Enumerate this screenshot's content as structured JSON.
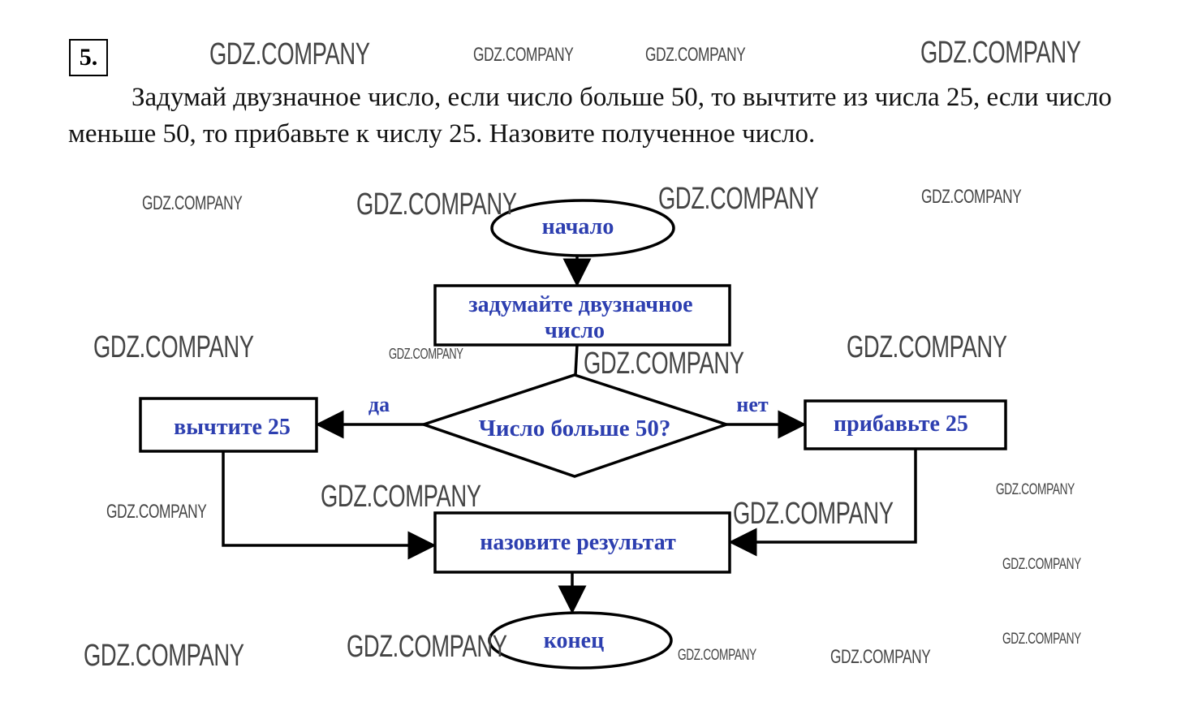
{
  "problem": {
    "number": "5.",
    "text": "Задумай двузначное число, если число больше 50, то вычтите из числа 25, если число меньше 50, то прибавьте к числу 25. Назовите полученное число."
  },
  "flowchart": {
    "start": "начало",
    "input": "задумайте двузначное число",
    "condition": "Число больше 50?",
    "yes_label": "да",
    "no_label": "нет",
    "yes_action": "вычтите 25",
    "no_action": "прибавьте 25",
    "output": "назовите результат",
    "end": "конец",
    "text_color": "#2d3fb0"
  },
  "watermark": {
    "text": "GDZ.COMPANY"
  }
}
